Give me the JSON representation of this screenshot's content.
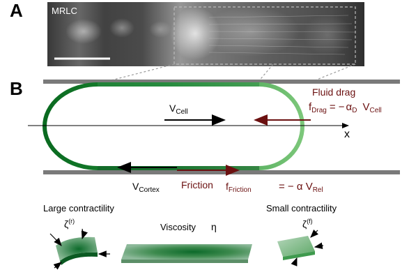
{
  "figure": {
    "panel_a_label": "A",
    "panel_b_label": "B"
  },
  "panel_a": {
    "stain_label": "MRLC"
  },
  "panel_b": {
    "v_cell": "V",
    "v_cell_sub": "Cell",
    "fluid_drag": "Fluid drag",
    "f_drag": "f",
    "f_drag_sub": "Drag",
    "equals_minus": "= −",
    "alpha": "α",
    "alpha_d_sub": "D",
    "v_cell_right": "V",
    "v_cell_right_sub": "Cell",
    "x_axis": "x",
    "v_cortex": "V",
    "v_cortex_sub": "Cortex",
    "friction": "Friction",
    "f_friction": "f",
    "f_friction_sub": "Friction",
    "friction_eq": "= − α V",
    "v_rel_sub": "Rel"
  },
  "bottom": {
    "large_contractility": "Large contractility",
    "zeta_r": "ζ",
    "zeta_r_sup": "(r)",
    "viscosity": "Viscosity",
    "eta": "η",
    "small_contractility": "Small contractility",
    "zeta_f": "ζ",
    "zeta_f_sup": "(f)"
  },
  "colors": {
    "dark_green": "#0d6b23",
    "light_green": "#6fbf6a",
    "dark_red": "#6b1010",
    "channel_gray": "#777777"
  }
}
